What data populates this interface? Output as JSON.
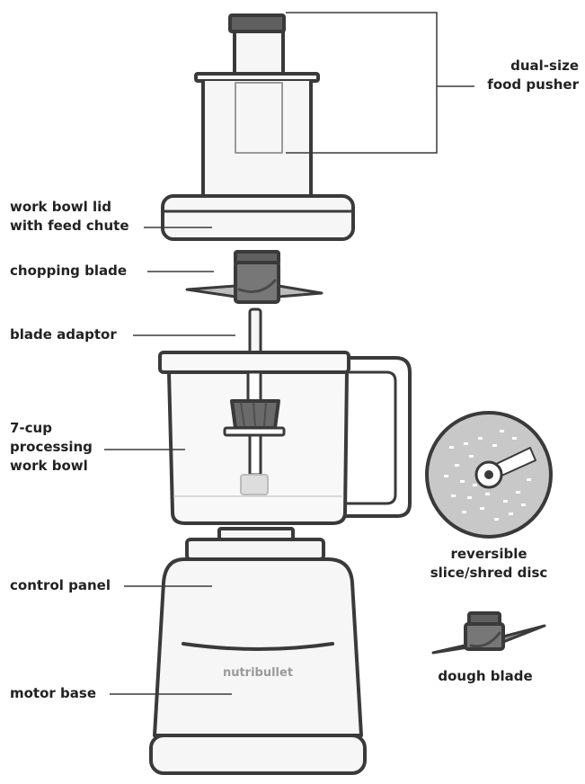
{
  "labels": {
    "food_pusher": [
      "dual-size",
      "food pusher"
    ],
    "bowl_lid": [
      "work bowl lid",
      "with feed chute"
    ],
    "chopping_blade": "chopping blade",
    "blade_adaptor": "blade adaptor",
    "work_bowl": [
      "7-cup",
      "processing",
      "work bowl"
    ],
    "slice_disc": [
      "reversible",
      "slice/shred disc"
    ],
    "control_panel": "control panel",
    "dough_blade": "dough blade",
    "motor_base": "motor base"
  },
  "brand": "nutribullet",
  "colors": {
    "outline": "#3a3a3a",
    "dark_part": "#606060",
    "light_fill": "#f6f6f6",
    "disc_fill": "#c8c8c8",
    "text": "#222222"
  }
}
